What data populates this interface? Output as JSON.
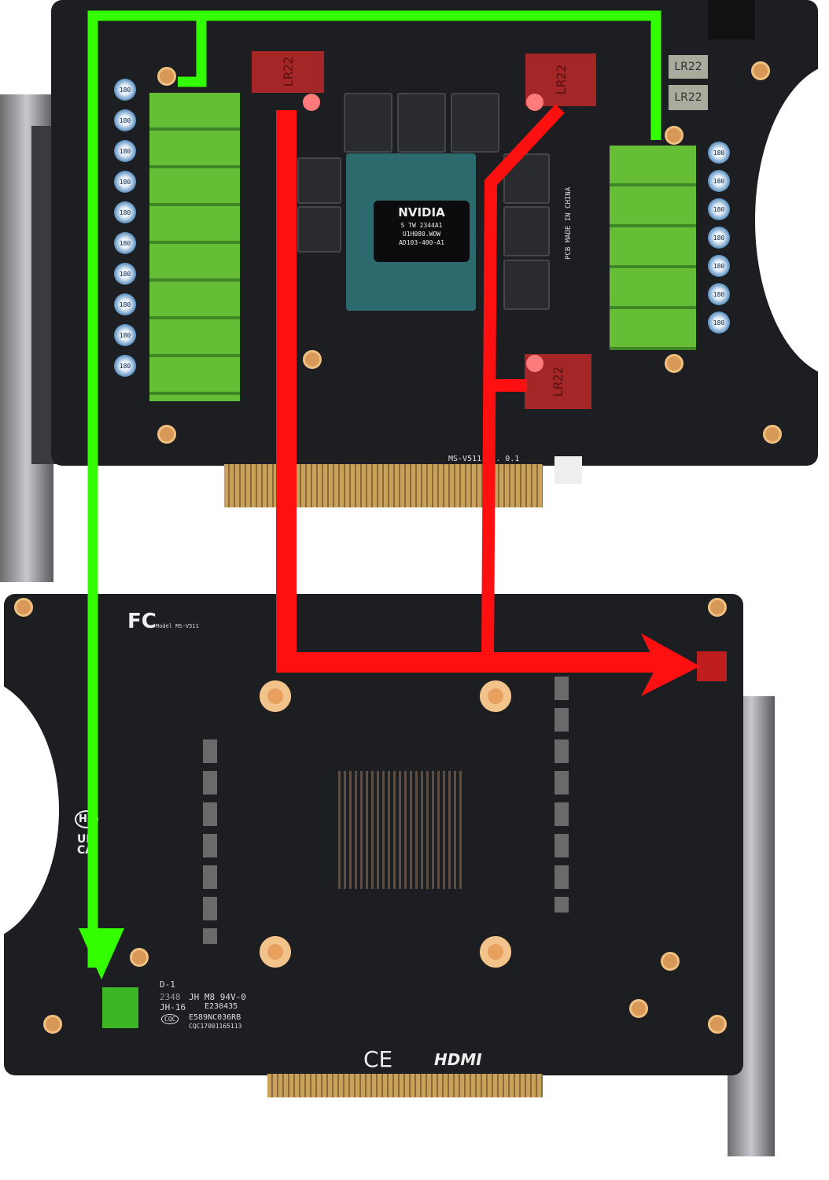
{
  "top_board": {
    "gpu": {
      "brand": "NVIDIA",
      "line1": "S TW 2344A1",
      "line2": "U1H080.WOW",
      "line3": "AD103-400-A1"
    },
    "inductor_label": "LR22",
    "pcb_note": "PCB MADE IN CHINA",
    "model": "MS-V511 ... 0.1",
    "cap_value": "180"
  },
  "bottom_board": {
    "fcc": "FC",
    "model": "Model MS-V511",
    "marks": {
      "d": "D-1",
      "date": "2348",
      "ul": "JH M8 94V-0",
      "e": "E230435",
      "jh": "JH-16",
      "cqc": "CQC",
      "code1": "E589NC036RB",
      "code2": "CQC17001165113"
    },
    "ce": "CE",
    "hdmi": "HDMI",
    "hf": "HF",
    "ukca": "UK CA"
  },
  "annotation_colors": {
    "green": "#33ff00",
    "red": "#ff1010"
  }
}
